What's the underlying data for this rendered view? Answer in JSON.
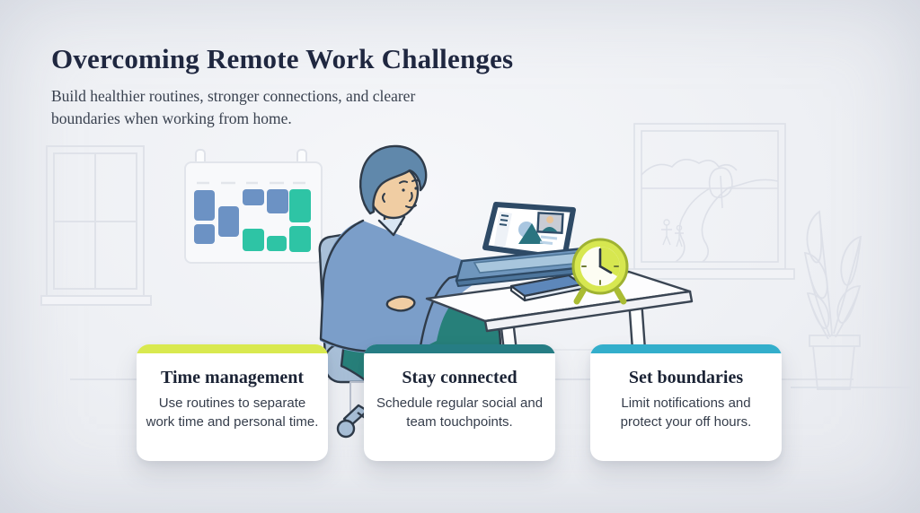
{
  "page": {
    "title": "Overcoming Remote Work Challenges",
    "subtitle": "Build healthier routines, stronger connections, and clearer boundaries when working from home."
  },
  "cards": [
    {
      "title": "Time management",
      "body": "Use routines to separate work time and personal time.",
      "accent_color": "#d9e94f"
    },
    {
      "title": "Stay connected",
      "body": "Schedule regular social and team touchpoints.",
      "accent_color": "#267d84"
    },
    {
      "title": "Set boundaries",
      "body": "Limit notifications and protect your off hours.",
      "accent_color": "#33aecb"
    }
  ],
  "illustration": {
    "scene": "Person working from home at a desk on a laptop video call, with a wall calendar, alarm clock, notebook, windows and a potted plant",
    "elements": [
      "window-left",
      "wall-calendar",
      "person-at-desk",
      "office-chair",
      "desk",
      "laptop-video-call",
      "notebook",
      "alarm-clock",
      "window-path-view",
      "potted-plant"
    ],
    "palette": {
      "background": "#eef0f4",
      "ink_outline": "#2f3b49",
      "line_art": "#dde0e8",
      "calendar_blue": "#6c92c4",
      "calendar_teal": "#2ec4a5",
      "sweater_blue": "#7b9ec9",
      "pants_teal": "#27807a",
      "chair_blue_gray": "#a9c0d8",
      "clock_lime": "#d7e750",
      "laptop_navy": "#2e4a66",
      "skin": "#f0cda3"
    }
  }
}
